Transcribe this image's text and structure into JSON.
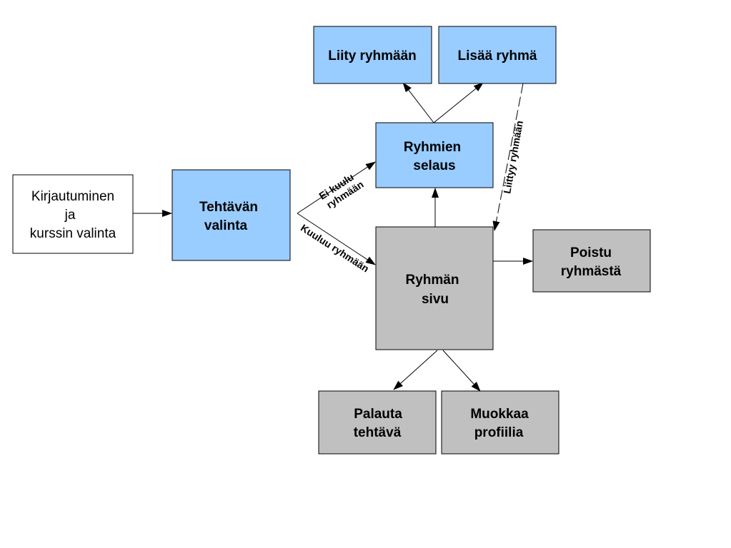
{
  "colors": {
    "blue_fill": "#99ccff",
    "gray_fill": "#c0c0c0",
    "white_fill": "#ffffff",
    "stroke": "#000000"
  },
  "nodes": {
    "login": {
      "lines": [
        "Kirjautuminen",
        "ja",
        "kurssin valinta"
      ]
    },
    "task_select": {
      "lines": [
        "Tehtävän",
        "valinta"
      ]
    },
    "browse_groups": {
      "lines": [
        "Ryhmien",
        "selaus"
      ]
    },
    "join_group": {
      "lines": [
        "Liity ryhmään"
      ]
    },
    "add_group": {
      "lines": [
        "Lisää ryhmä"
      ]
    },
    "group_page": {
      "lines": [
        "Ryhmän",
        "sivu"
      ]
    },
    "leave_group": {
      "lines": [
        "Poistu",
        "ryhmästä"
      ]
    },
    "submit_task": {
      "lines": [
        "Palauta",
        "tehtävä"
      ]
    },
    "edit_profile": {
      "lines": [
        "Muokkaa",
        "profiilia"
      ]
    }
  },
  "edge_labels": {
    "not_member": [
      "Ei kuulu",
      "ryhmään"
    ],
    "member": "Kuuluu ryhmään",
    "joined": "Liittyy ryhmään"
  }
}
